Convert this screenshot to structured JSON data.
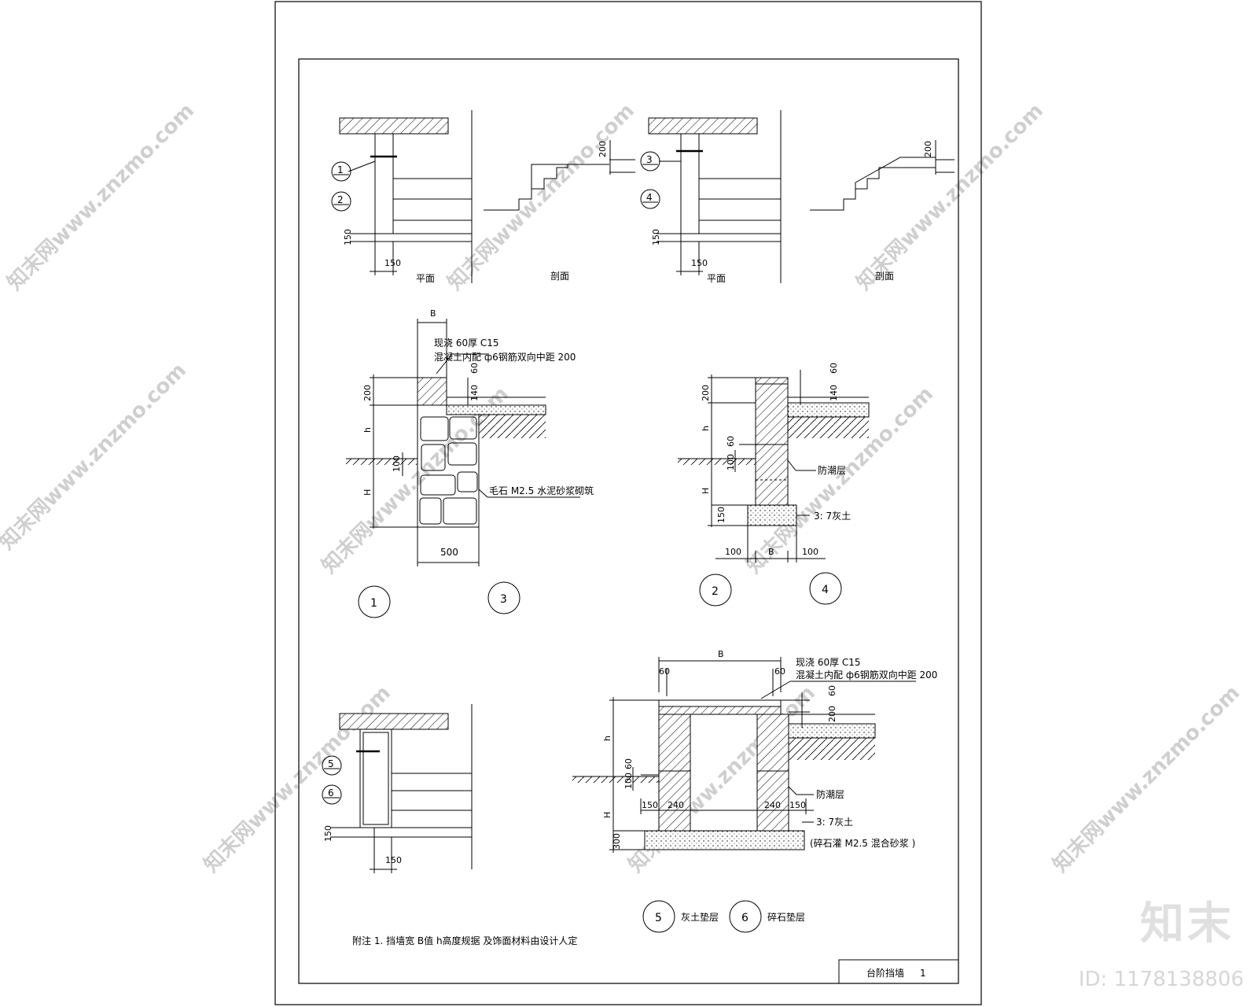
{
  "plan_details": {
    "plan_label": "平面",
    "section_label": "剖面",
    "dim_150": "150",
    "dim_200": "200",
    "markers": [
      "1",
      "2",
      "3",
      "4",
      "5",
      "6"
    ]
  },
  "detail_1_3": {
    "dim_B": "B",
    "note_line1": "现浇 60厚 C15",
    "note_line2": "混凝土内配  ф6钢筋双向中距   200",
    "dim_60": "60",
    "dim_200": "200",
    "dim_140": "140",
    "dim_h": "h",
    "dim_100": "100",
    "dim_H": "H",
    "material": "毛石 M2.5 水泥砂浆砌筑",
    "dim_500": "500",
    "circle_a": "1",
    "circle_b": "3"
  },
  "detail_2_4": {
    "dim_60_top": "60",
    "dim_200": "200",
    "dim_140": "140",
    "dim_h": "h",
    "dim_60": "60",
    "dim_100": "100",
    "moisture": "防潮层",
    "dim_H": "H",
    "dim_150": "150",
    "base": "3: 7灰土",
    "dim_100_l": "100",
    "dim_B": "B",
    "dim_100_r": "100",
    "circle_a": "2",
    "circle_b": "4"
  },
  "detail_5_6": {
    "dim_B": "B",
    "dim_60_l": "60",
    "dim_60_r": "60",
    "note_line1": "现浇 60厚 C15",
    "note_line2": "混凝土内配  ф6钢筋双向中距     200",
    "dim_60_top": "60",
    "dim_200": "200",
    "dim_h": "h",
    "dim_60": "60",
    "dim_100": "100",
    "moisture": "防潮层",
    "dim_150_l": "150",
    "dim_240_l": "240",
    "dim_240_r": "240",
    "dim_150_r": "150",
    "base": "3: 7灰土",
    "dim_H": "H",
    "dim_300": "300",
    "alt_base": "(碎石灌  M2.5 混合砂浆  )",
    "circle_5": "5",
    "legend_5": "灰土垫层",
    "circle_6": "6",
    "legend_6": "碎石垫层"
  },
  "note": "附注    1. 挡墙宽  B值  h高度规据   及饰面材料由设计人定",
  "title_block": {
    "title": "台阶挡墙",
    "sheet": "1"
  },
  "watermark": {
    "site": "知末网www.znzmo.com",
    "brand": "知末",
    "id": "ID: 1178138806"
  }
}
